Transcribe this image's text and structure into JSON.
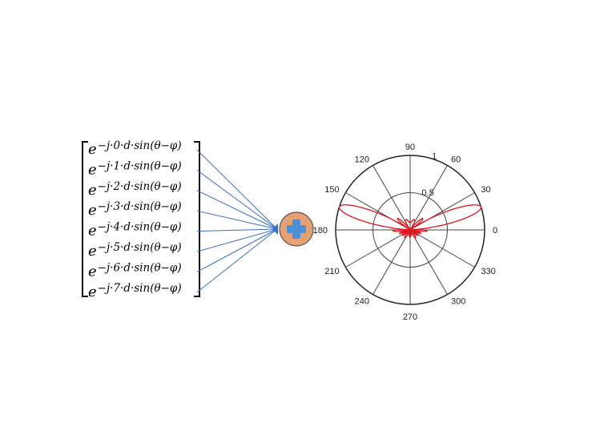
{
  "matrix": {
    "rows": [
      {
        "base": "e",
        "exponent": "−j·0·d·sin(θ−φ)"
      },
      {
        "base": "e",
        "exponent": "−j·1·d·sin(θ−φ)"
      },
      {
        "base": "e",
        "exponent": "−j·2·d·sin(θ−φ)"
      },
      {
        "base": "e",
        "exponent": "−j·3·d·sin(θ−φ)"
      },
      {
        "base": "e",
        "exponent": "−j·4·d·sin(θ−φ)"
      },
      {
        "base": "e",
        "exponent": "−j·5·d·sin(θ−φ)"
      },
      {
        "base": "e",
        "exponent": "−j·6·d·sin(θ−φ)"
      },
      {
        "base": "e",
        "exponent": "−j·7·d·sin(θ−φ)"
      }
    ]
  },
  "summer": {
    "icon": "plus-icon",
    "fill_color": "#e9a070",
    "plus_color": "#4a8fd8"
  },
  "colors": {
    "connector": "#3b6fc4",
    "pattern": "#e0141b",
    "grid": "#333333"
  },
  "polar": {
    "angle_labels": [
      "0",
      "30",
      "60",
      "90",
      "120",
      "150",
      "180",
      "210",
      "240",
      "270",
      "300",
      "330"
    ],
    "radial_labels": [
      "0.5",
      "1"
    ]
  }
}
